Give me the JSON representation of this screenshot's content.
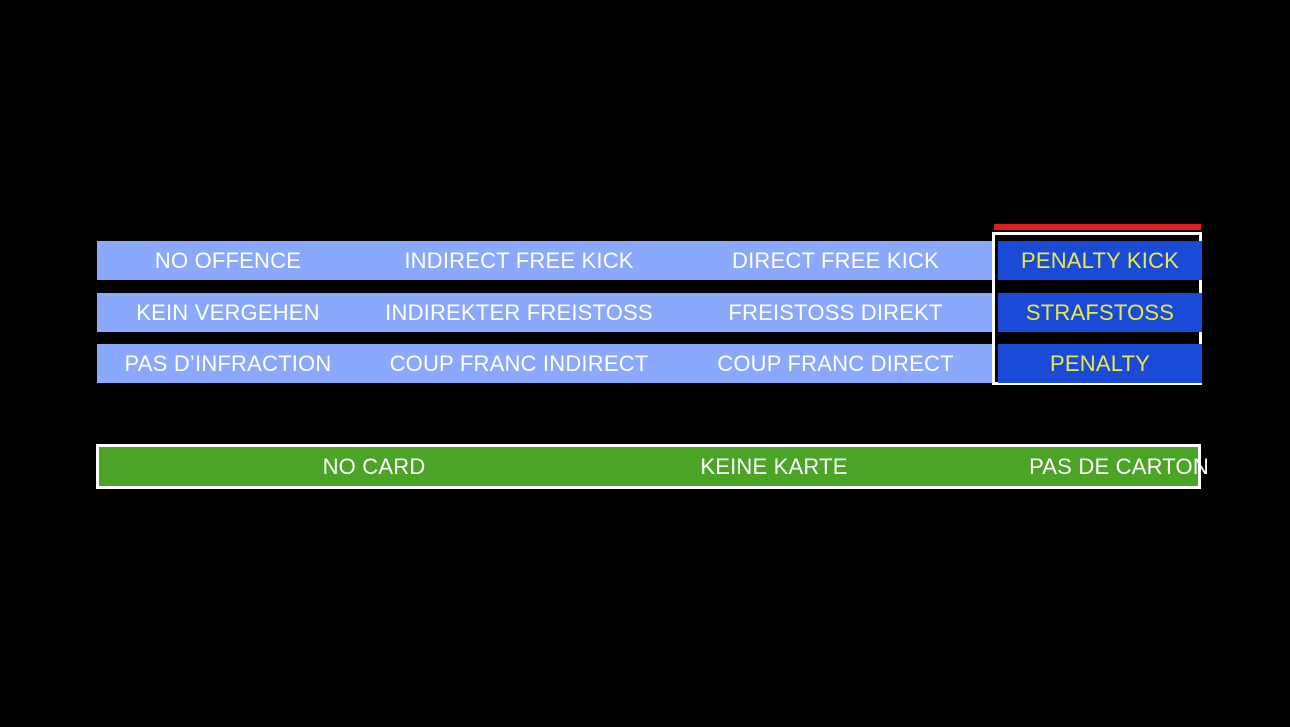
{
  "background_color": "#000000",
  "palette": {
    "light_blue": "#8AA8FC",
    "dark_blue": "#1B4BD6",
    "green": "#4CA426",
    "red": "#DE1F20",
    "yellow_text": "#E9E84C",
    "white_text": "#FFFFFF",
    "border_white": "#FFFFFF"
  },
  "decision_matrix": {
    "rows": [
      {
        "language": "English",
        "cells": [
          {
            "label": "NO OFFENCE"
          },
          {
            "label": "INDIRECT FREE KICK"
          },
          {
            "label": "DIRECT FREE KICK"
          },
          {
            "label": "PENALTY KICK"
          }
        ]
      },
      {
        "language": "German",
        "cells": [
          {
            "label": "KEIN VERGEHEN"
          },
          {
            "label": "INDIREKTER FREISTOSS"
          },
          {
            "label": "FREISTOSS DIREKT"
          },
          {
            "label": "STRAFSTOSS"
          }
        ]
      },
      {
        "language": "French",
        "cells": [
          {
            "label": "PAS D’INFRACTION"
          },
          {
            "label": "COUP FRANC INDIRECT"
          },
          {
            "label": "COUP FRANC DIRECT"
          },
          {
            "label": "PENALTY"
          }
        ]
      }
    ]
  },
  "card_bar": {
    "cells": [
      {
        "label": "NO CARD"
      },
      {
        "label": "KEINE KARTE"
      },
      {
        "label": "PAS DE CARTON"
      }
    ]
  }
}
